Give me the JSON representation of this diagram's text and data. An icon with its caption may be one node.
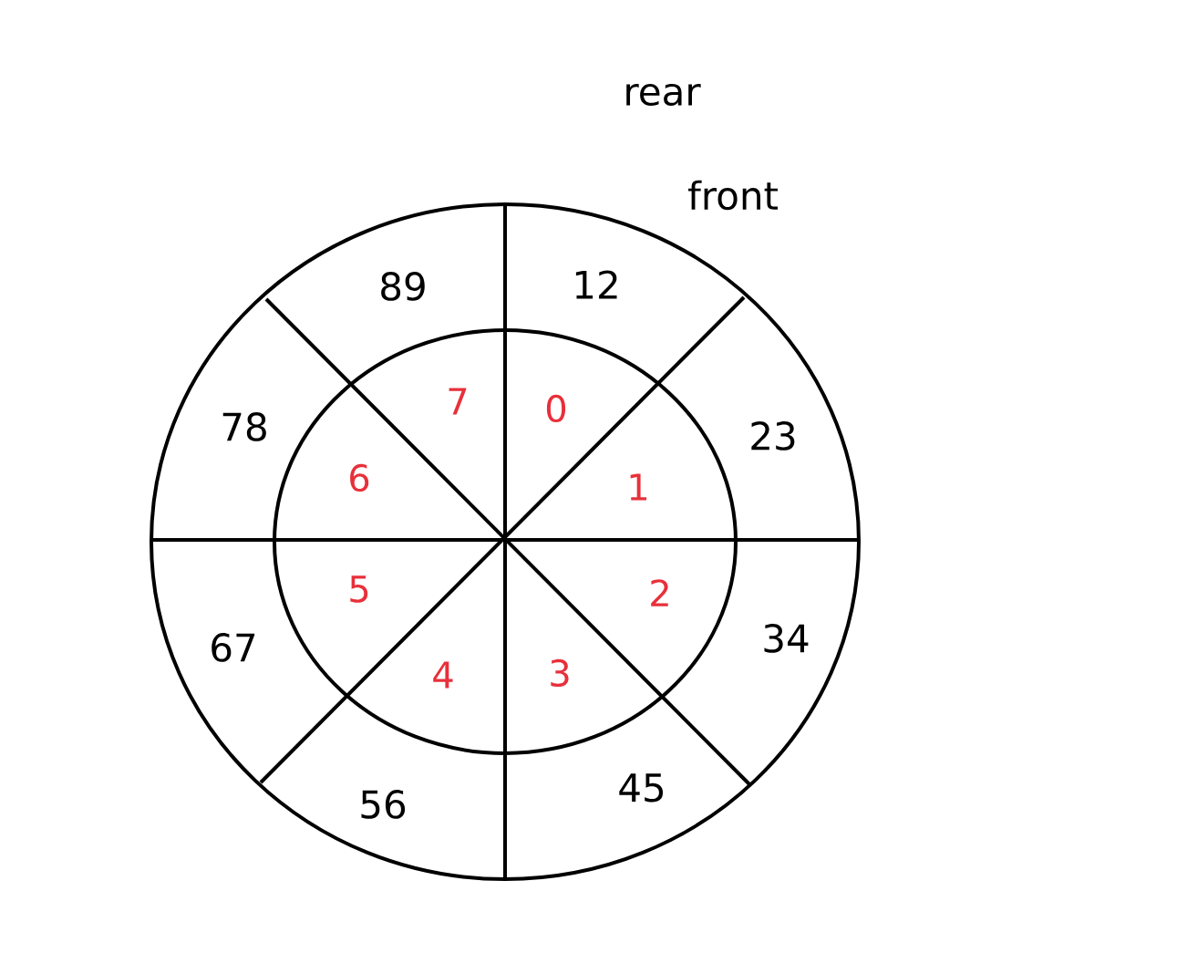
{
  "diagram": {
    "labels": [
      "rear",
      "front",
      "89",
      "12",
      "7",
      "0",
      "78",
      "23",
      "6",
      "1",
      "5",
      "2",
      "67",
      "34",
      "4",
      "3",
      "56",
      "45"
    ]
  }
}
